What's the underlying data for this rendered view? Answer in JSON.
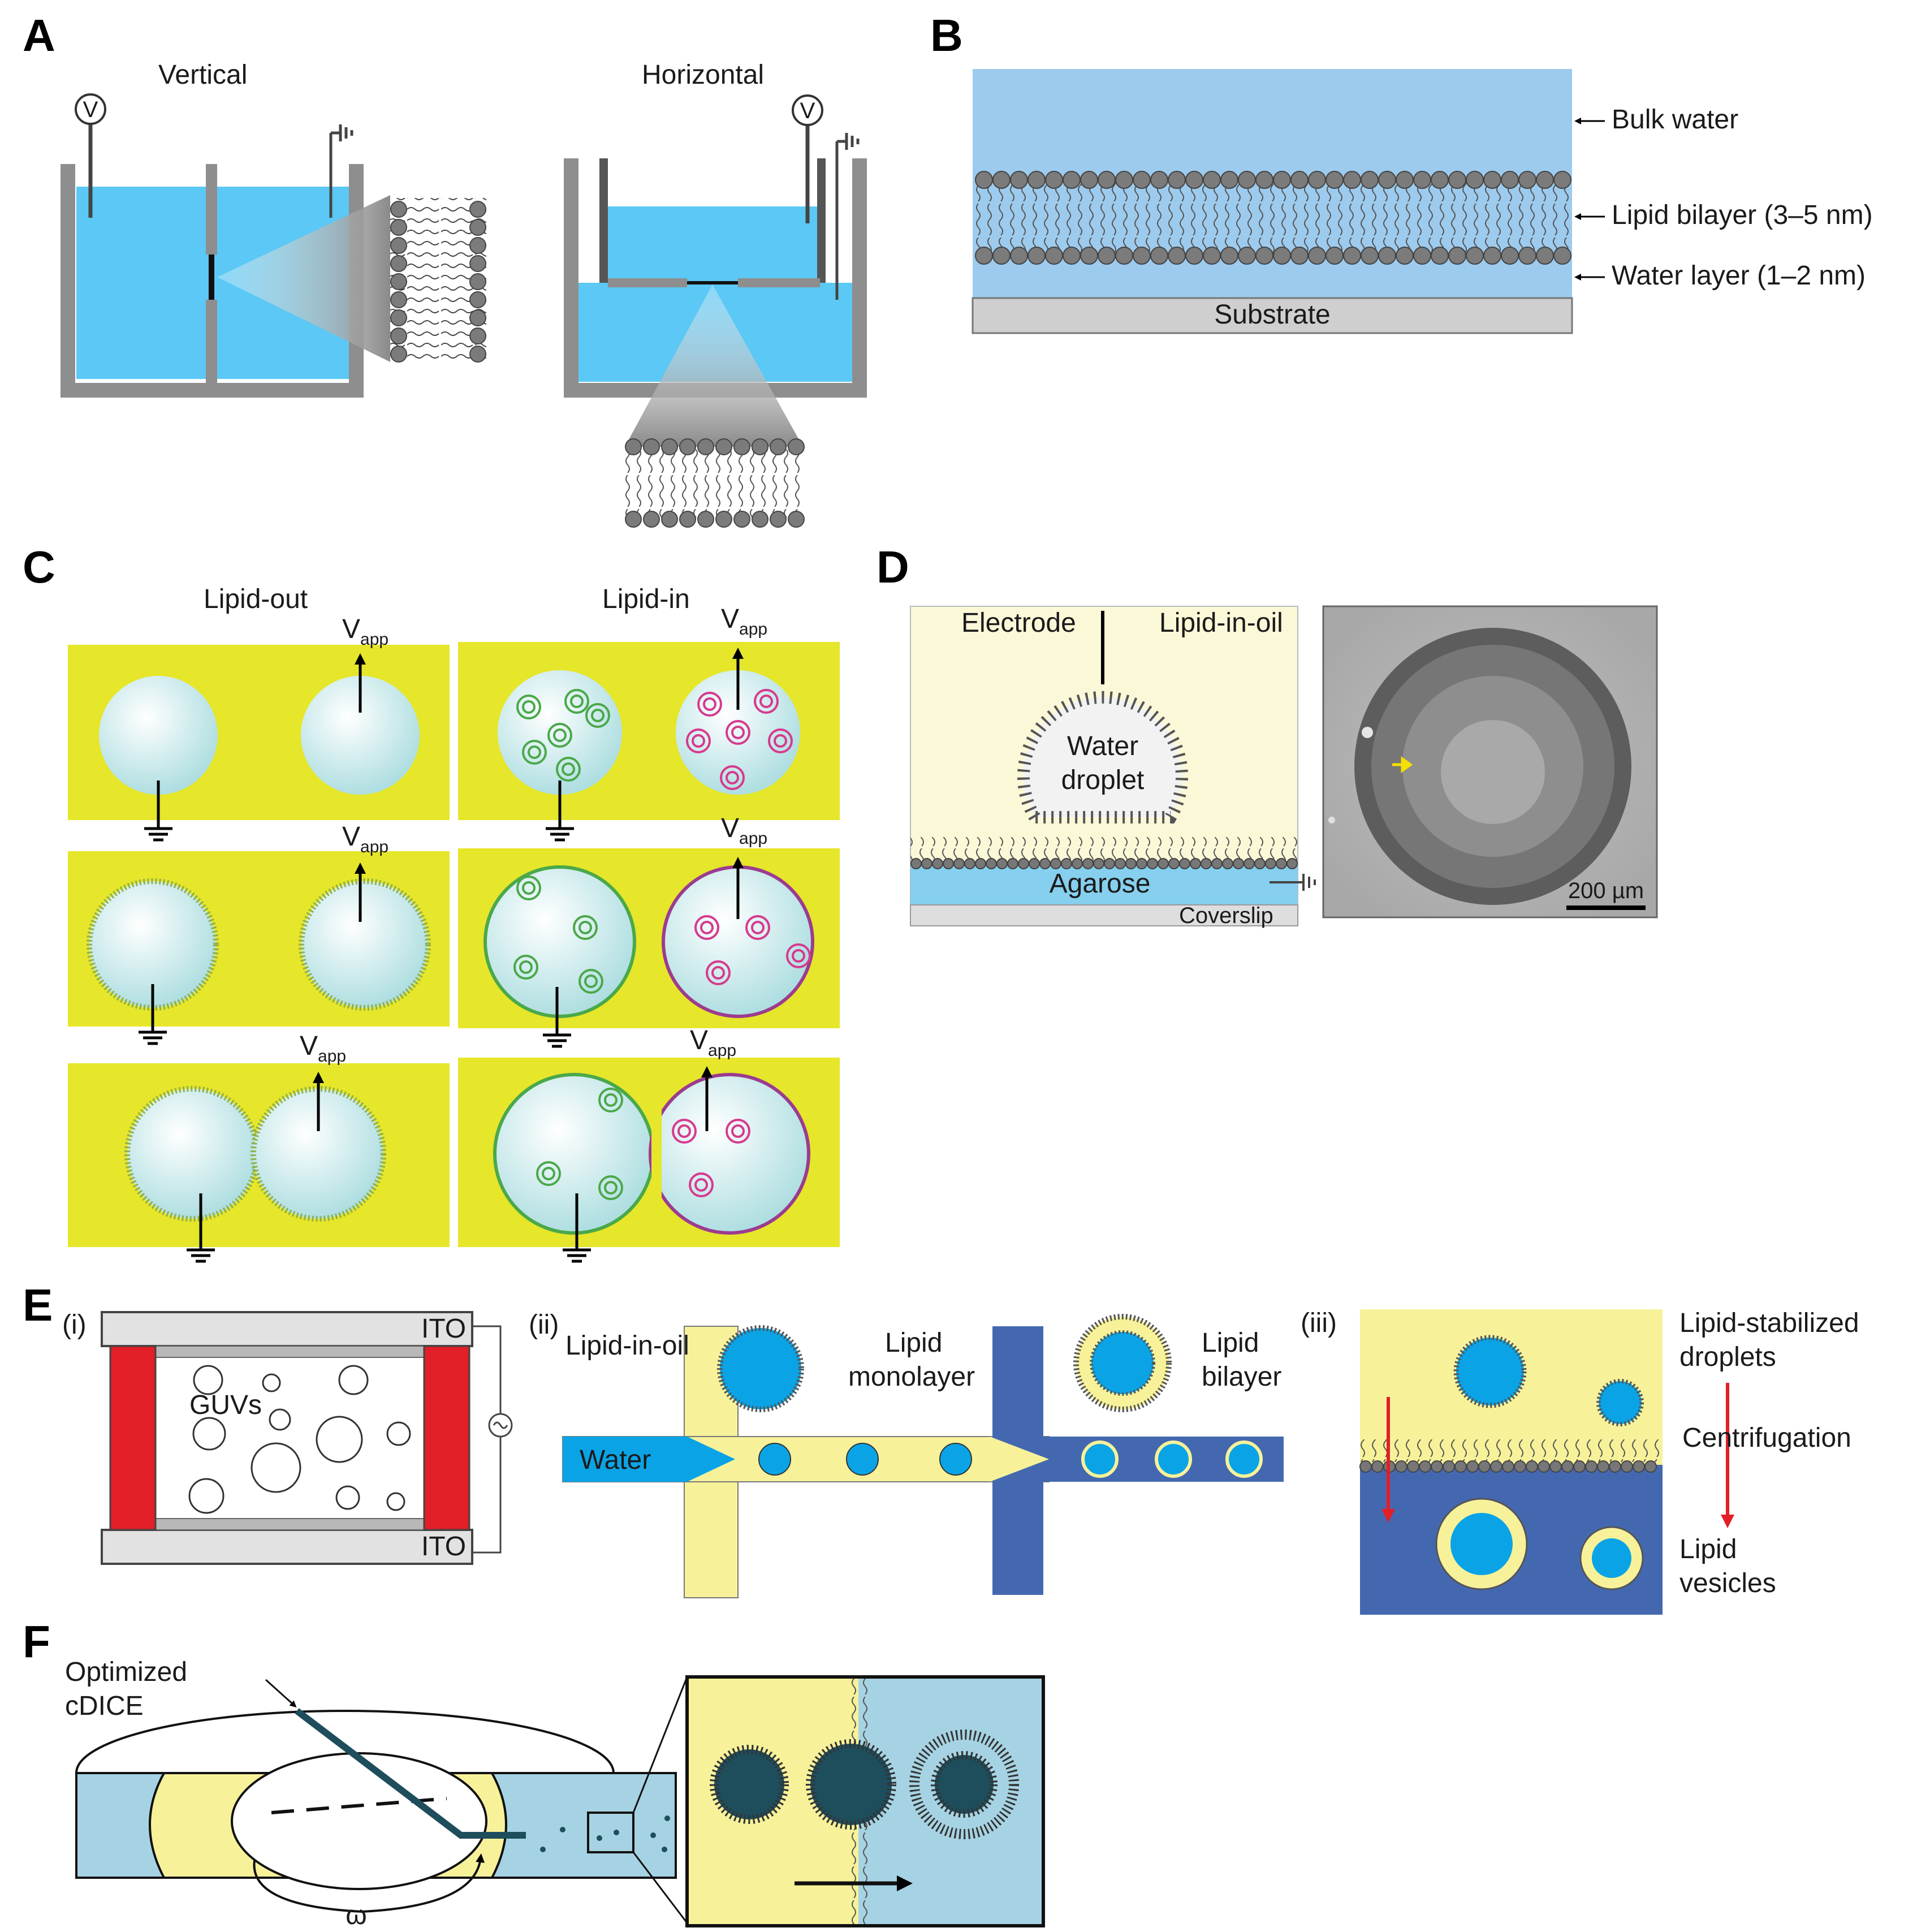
{
  "colors": {
    "water_light": "#9dcbee",
    "water_bright": "#5bc8f5",
    "water_panel_e": "#0aa4e6",
    "oil_yellow": "#e6e62a",
    "pale_yellow": "#f7f29a",
    "dark_blue": "#4468b0",
    "teal": "#a6d3e3",
    "ito_red": "#e21e26",
    "lipid_gray": "#6d6e70",
    "vesicle_green": "#4aa84a",
    "vesicle_pink": "#d63a8f"
  },
  "panels": {
    "A": {
      "label": "A",
      "vertical_title": "Vertical",
      "horizontal_title": "Horizontal",
      "voltage_symbol": "V"
    },
    "B": {
      "label": "B",
      "bulk_water": "Bulk water",
      "lipid_bilayer": "Lipid bilayer (3–5 nm)",
      "water_layer": "Water layer (1–2 nm)",
      "substrate": "Substrate"
    },
    "C": {
      "label": "C",
      "lipid_out_title": "Lipid-out",
      "lipid_in_title": "Lipid-in",
      "vapp_main": "V",
      "vapp_sub": "app"
    },
    "D": {
      "label": "D",
      "electrode": "Electrode",
      "lipid_in_oil": "Lipid-in-oil",
      "water_droplet_line1": "Water",
      "water_droplet_line2": "droplet",
      "agarose": "Agarose",
      "coverslip": "Coverslip",
      "scale_bar": "200 µm"
    },
    "E": {
      "label": "E",
      "sub_i": "(i)",
      "sub_ii": "(ii)",
      "sub_iii": "(iii)",
      "ito_top": "ITO",
      "ito_bottom": "ITO",
      "guvs": "GUVs",
      "lipid_in_oil": "Lipid-in-oil",
      "lipid_monolayer_1": "Lipid",
      "lipid_monolayer_2": "monolayer",
      "lipid_bilayer_1": "Lipid",
      "lipid_bilayer_2": "bilayer",
      "water": "Water",
      "lipid_stabilized_1": "Lipid-stabilized",
      "lipid_stabilized_2": "droplets",
      "centrifugation": "Centrifugation",
      "lipid_vesicles_1": "Lipid",
      "lipid_vesicles_2": "vesicles"
    },
    "F": {
      "label": "F",
      "optimized_1": "Optimized",
      "optimized_2": "cDICE",
      "omega": "ω"
    }
  }
}
